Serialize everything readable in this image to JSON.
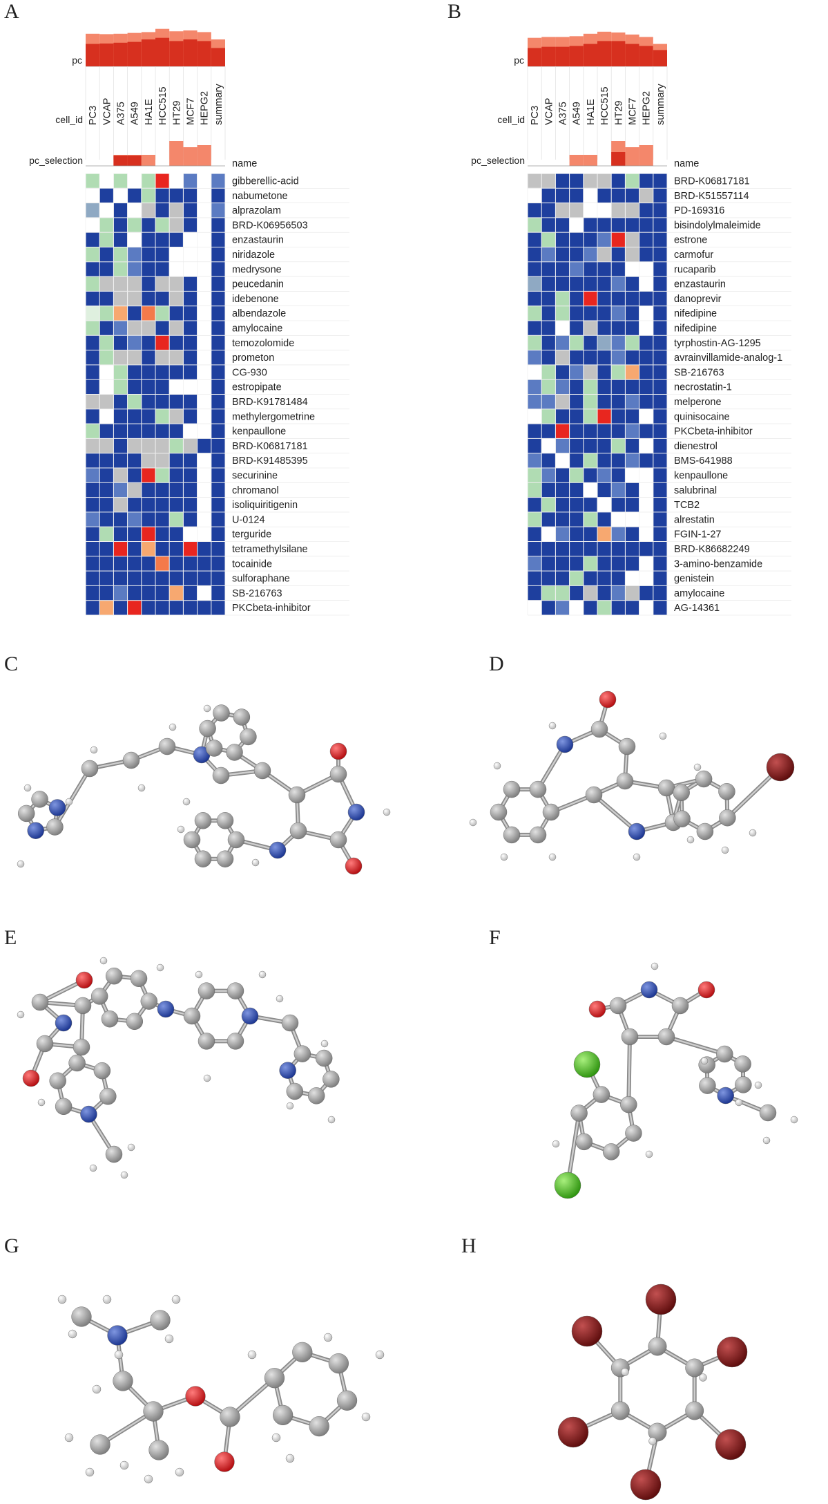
{
  "panel_labels": [
    "A",
    "B",
    "C",
    "D",
    "E",
    "F",
    "G",
    "H"
  ],
  "colors": {
    "dark_blue": "#1e3f9e",
    "mid_blue": "#5b7bc2",
    "grey_blue": "#8fa9c3",
    "grey": "#c2c2c2",
    "light_green": "#b0dcb3",
    "pale_green": "#dff0df",
    "red": "#e8261f",
    "orange": "#f7a870",
    "dark_orange": "#f47a4a",
    "pc_dark": "#d7301f",
    "pc_light": "#f4876b",
    "atom_C": "#9a9a9a",
    "atom_N": "#2847a6",
    "atom_O": "#e31a1c",
    "atom_Br": "#8b1a1a",
    "atom_Cl": "#4ec41b",
    "atom_H": "#f2f2f2"
  },
  "heatmaps": [
    {
      "panel": "A",
      "row_title": "pc",
      "cell_id_title": "cell_id",
      "selection_title": "pc_selection",
      "name_title": "name",
      "columns": [
        "PC3",
        "VCAP",
        "A375",
        "A549",
        "HA1E",
        "HCC515",
        "HT29",
        "MCF7",
        "HEPG2",
        "summary"
      ],
      "pc_values": [
        0.8,
        0.79,
        0.8,
        0.82,
        0.84,
        0.92,
        0.86,
        0.88,
        0.84,
        0.66
      ],
      "pc_inner": [
        0.55,
        0.56,
        0.58,
        0.6,
        0.66,
        0.7,
        0.62,
        0.66,
        0.62,
        0.45
      ],
      "pc_selection": [
        0,
        0,
        1,
        1,
        1,
        0,
        1,
        1,
        1,
        0
      ],
      "pc_selection_dark": [
        0,
        0,
        0.6,
        0.6,
        0,
        0,
        0,
        0,
        0,
        0
      ],
      "rows": [
        "gibberellic-acid",
        "nabumetone",
        "alprazolam",
        "BRD-K06956503",
        "enzastaurin",
        "niridazole",
        "medrysone",
        "peucedanin",
        "idebenone",
        "albendazole",
        "amylocaine",
        "temozolomide",
        "prometon",
        "CG-930",
        "estropipate",
        "BRD-K91781484",
        "methylergometrine",
        "kenpaullone",
        "BRD-K06817181",
        "BRD-K91485395",
        "securinine",
        "chromanol",
        "isoliquiritigenin",
        "U-0124",
        "terguride",
        "tetramethylsilane",
        "tocainide",
        "sulforaphane",
        "SB-216763",
        "PKCbeta-inhibitor"
      ],
      "cells": [
        "g0g0gR.m",
        "0D0DgDDD",
        "L0D0GDGD",
        "0gDgDgGD",
        "DgD0DDD",
        "gDgMDD",
        "DDgMDD",
        "gGGGDGGD",
        "DDGGDDGD",
        "pgoDOgDD",
        "gDMGGDGD",
        "DgDMDRDD",
        "DgGGDGGD",
        "D0gDDDDD",
        "D0gDDD",
        "GGDgDDDD",
        "D0DDDgGD",
        "gDDDDDD",
        "GGDGGGgGD",
        "DDDDGGDD",
        "MDGDRgDD",
        "DDMGDDDD",
        "DDGDDDDD",
        "MDDMDDgD",
        "DgDDRDD",
        "DDRDoDDRD",
        "DDDDDODDD",
        "DDDDDDDDD",
        "DDMDDDoD",
        "DoDRDDDDD"
      ]
    },
    {
      "panel": "B",
      "row_title": "pc",
      "cell_id_title": "cell_id",
      "selection_title": "pc_selection",
      "name_title": "name",
      "columns": [
        "PC3",
        "VCAP",
        "A375",
        "A549",
        "HA1E",
        "HCC515",
        "HT29",
        "MCF7",
        "HEPG2",
        "summary"
      ],
      "pc_values": [
        0.7,
        0.72,
        0.72,
        0.74,
        0.8,
        0.85,
        0.83,
        0.78,
        0.72,
        0.55
      ],
      "pc_inner": [
        0.45,
        0.48,
        0.48,
        0.5,
        0.55,
        0.62,
        0.62,
        0.55,
        0.5,
        0.4
      ],
      "pc_selection": [
        0,
        0,
        0,
        1,
        1,
        0,
        1,
        1,
        1,
        0
      ],
      "pc_selection_dark": [
        0,
        0,
        0,
        0,
        0,
        0,
        0.8,
        0,
        0,
        0
      ],
      "rows": [
        "BRD-K06817181",
        "BRD-K51557114",
        "PD-169316",
        "bisindolylmaleimide",
        "estrone",
        "carmofur",
        "rucaparib",
        "enzastaurin",
        "danoprevir",
        "nifedipine",
        "nifedipine",
        "tyrphostin-AG-1295",
        "avrainvillamide-analog-1",
        "SB-216763",
        "necrostatin-1",
        "melperone",
        "quinisocaine",
        "PKCbeta-inhibitor",
        "dienestrol",
        "BMS-641988",
        "kenpaullone",
        "salubrinal",
        "TCB2",
        "alrestatin",
        "FGIN-1-27",
        "BRD-K86682249",
        "3-amino-benzamide",
        "genistein",
        "amylocaine",
        "AG-14361"
      ],
      "cells": [
        "GGDDGGDgDD",
        "0DDD0DDDG",
        "DDGG00GGD",
        "gDD0DDDDD",
        "DgDDDMRGD",
        "DMDDMGDGD",
        "DDDMDDD",
        "LDDDDDMD",
        "DDgDRDDDD",
        "gDgDDDMD",
        "DD0DGDDD",
        "gDMgDLMgD",
        "MDGDDDMDD",
        "0gDMGDgoD",
        "MgMDgDDDD",
        "MMGDgDDMD",
        "0gDDgRDD",
        "DDRDDDDMD",
        "D0MDDDgD",
        "MD0DgDDMD",
        "gMDgDMD",
        "gDDD0DMD",
        "DgDDD0DD",
        "gDDDgD",
        "D0MDDoMD",
        "DDDDDDDDD",
        "MDDDgDDD",
        "DDDgDDD",
        "DggDGDMGD",
        "0DM0DgDD"
      ]
    }
  ],
  "molecules": [
    {
      "panel": "C"
    },
    {
      "panel": "D"
    },
    {
      "panel": "E"
    },
    {
      "panel": "F"
    },
    {
      "panel": "G"
    },
    {
      "panel": "H"
    }
  ]
}
